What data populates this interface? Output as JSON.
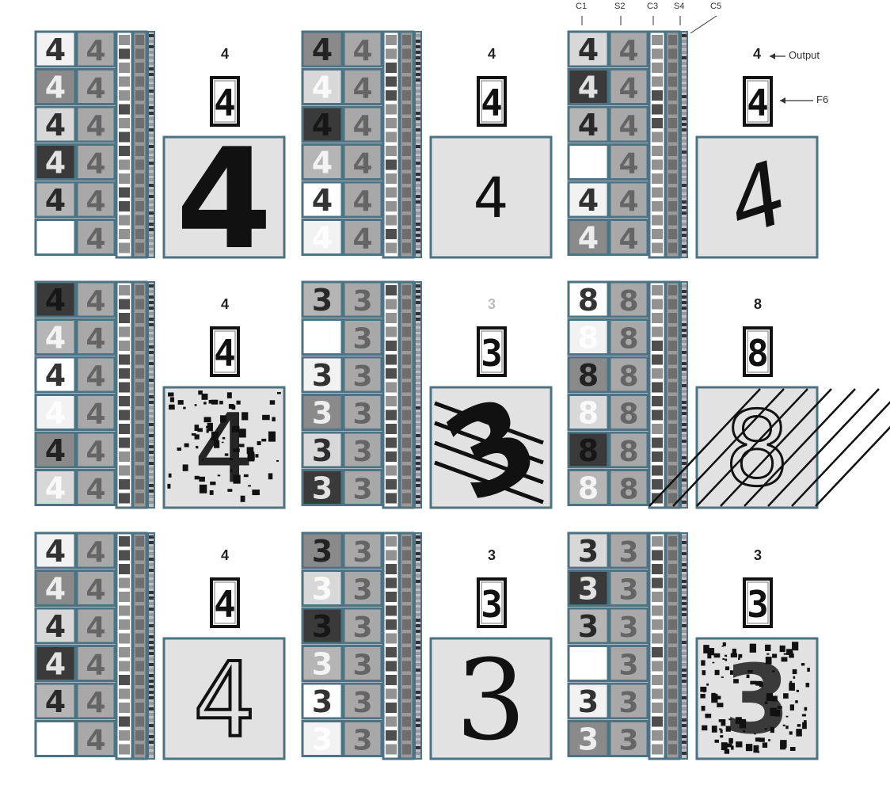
{
  "layer_labels": [
    "C1",
    "S2",
    "C3",
    "S4",
    "C5"
  ],
  "annotations": {
    "output": "Output",
    "f6": "F6"
  },
  "panels": [
    {
      "output": "4",
      "f6_digit": "4",
      "input": "4",
      "input_style": "thick-bold"
    },
    {
      "output": "4",
      "f6_digit": "4",
      "input": "4",
      "input_style": "small-thin"
    },
    {
      "output": "4",
      "f6_digit": "4",
      "input": "4",
      "input_style": "slanted"
    },
    {
      "output": "4",
      "f6_digit": "4",
      "input": "4",
      "input_style": "salt-pepper-noise"
    },
    {
      "output": "3",
      "f6_digit": "3",
      "input": "3",
      "input_style": "striped-overlap"
    },
    {
      "output": "8",
      "f6_digit": "8",
      "input": "8",
      "input_style": "diagonal-lines"
    },
    {
      "output": "4",
      "f6_digit": "4",
      "input": "4",
      "input_style": "outlined"
    },
    {
      "output": "3",
      "f6_digit": "3",
      "input": "3",
      "input_style": "handwritten"
    },
    {
      "output": "3",
      "f6_digit": "3",
      "input": "3",
      "input_style": "heavy-noise"
    }
  ],
  "colors": {
    "frame": "#4d7283",
    "panel_bg": "#e2e2e2",
    "ink": "#111111"
  }
}
